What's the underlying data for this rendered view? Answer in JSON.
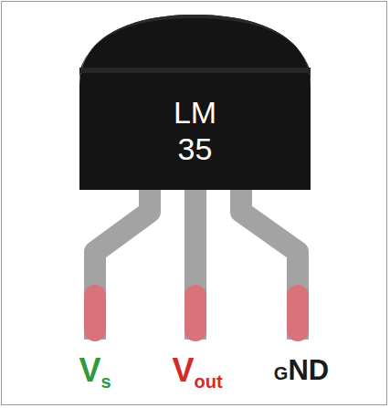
{
  "diagram": {
    "nodes": [
      {
        "text": [
          "LM 35"
        ]
      }
    ],
    "labels": [
      "Vs",
      "Vout",
      "GND"
    ]
  }
}
